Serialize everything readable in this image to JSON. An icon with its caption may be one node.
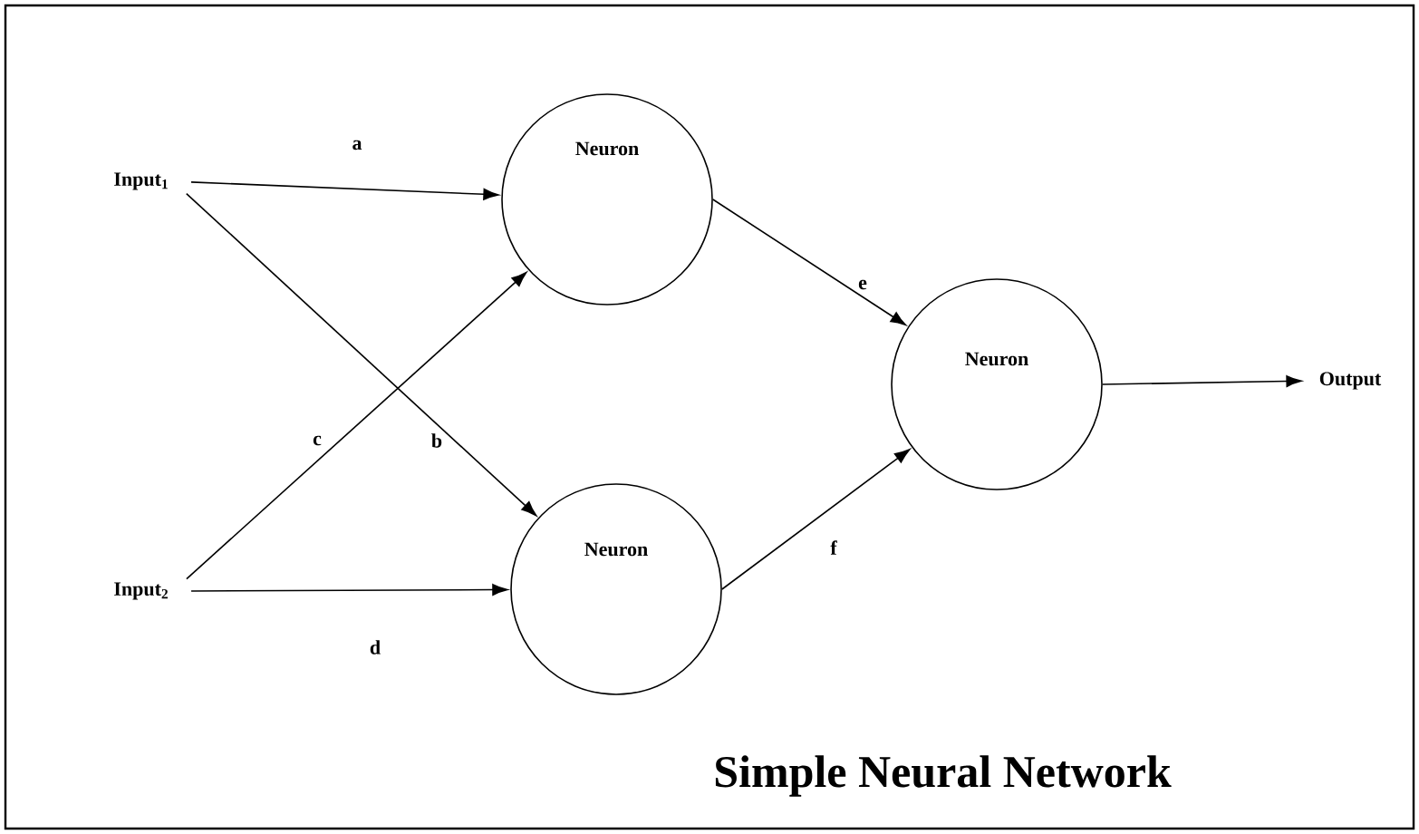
{
  "diagram": {
    "title": "Simple Neural Network",
    "nodes": [
      {
        "text": [
          "Input$_{1}$"
        ]
      },
      {
        "text": [
          "Input$_{2}$"
        ]
      },
      {
        "text": [
          "Neuron"
        ]
      },
      {
        "text": [
          "Neuron"
        ]
      },
      {
        "text": [
          "Neuron"
        ]
      },
      {
        "text": [
          "Output"
        ]
      }
    ],
    "edges": [
      {
        "from": 0,
        "to": 2,
        "arrow": "to",
        "label": "a"
      },
      {
        "from": 0,
        "to": 3,
        "arrow": "to",
        "label": "b"
      },
      {
        "from": 1,
        "to": 2,
        "arrow": "to",
        "label": "c"
      },
      {
        "from": 1,
        "to": 3,
        "arrow": "to",
        "label": "d"
      },
      {
        "from": 2,
        "to": 4,
        "arrow": "to",
        "label": "e"
      },
      {
        "from": 3,
        "to": 4,
        "arrow": "to",
        "label": "f"
      },
      {
        "from": 4,
        "to": 5,
        "arrow": "to"
      }
    ]
  }
}
